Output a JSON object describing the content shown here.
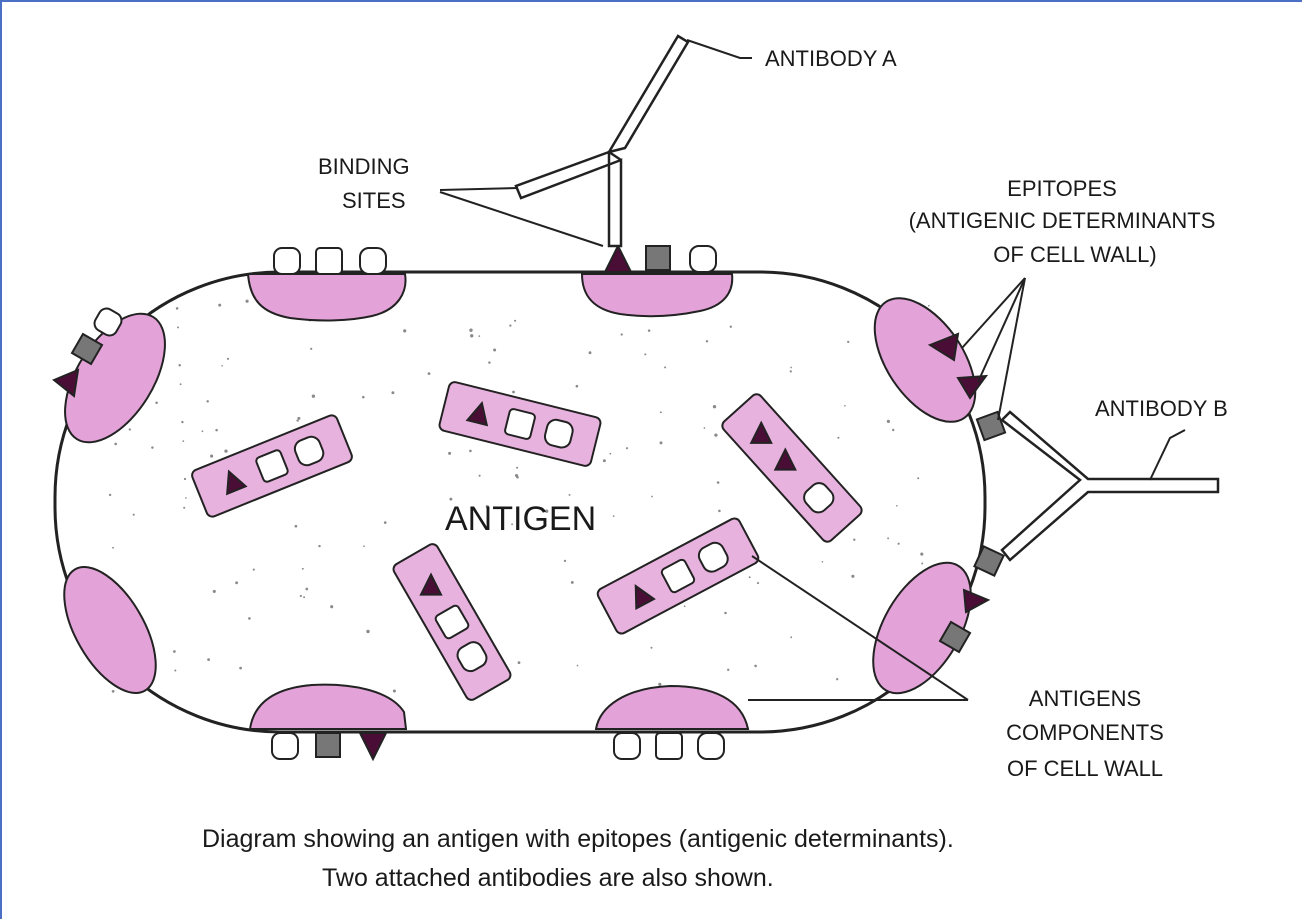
{
  "labels": {
    "antibody_a": "ANTIBODY A",
    "binding_sites": [
      "BINDING",
      "SITES"
    ],
    "epitopes": [
      "EPITOPES",
      "(ANTIGENIC DETERMINANTS",
      "OF CELL WALL)"
    ],
    "antibody_b": "ANTIBODY B",
    "antigen": "ANTIGEN",
    "antigen_components": [
      "ANTIGENS",
      "COMPONENTS",
      "OF CELL WALL"
    ]
  },
  "caption": {
    "line1": "Diagram showing an antigen with epitopes (antigenic determinants).",
    "line2": "Two attached antibodies are also shown."
  },
  "colors": {
    "frame_border": "#4a6fc4",
    "outline": "#222222",
    "component_fill": "#e3a3d8",
    "internal_fill": "#e8b2df",
    "triangle_fill": "#4a0e36",
    "epitope_grey": "#777777"
  }
}
